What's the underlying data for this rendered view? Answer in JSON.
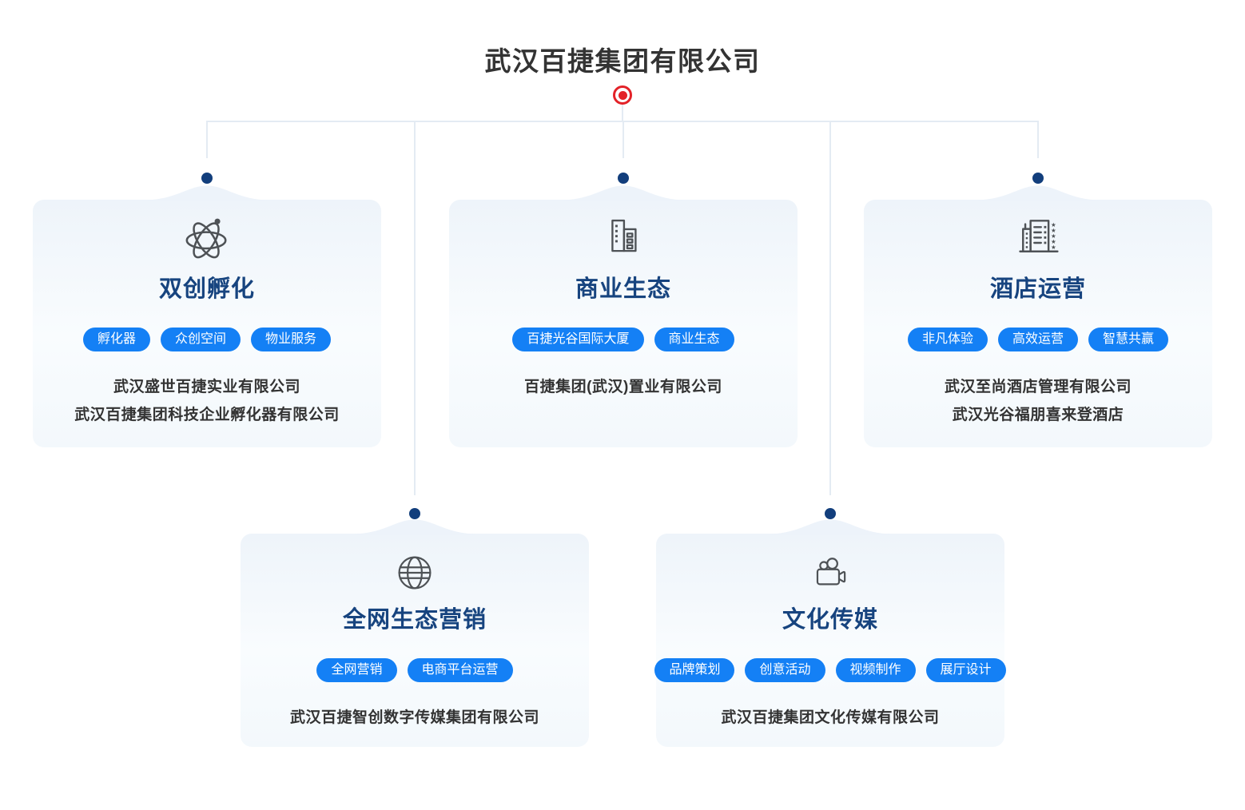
{
  "header": {
    "title": "武汉百捷集团有限公司"
  },
  "colors": {
    "accent_blue": "#1480f5",
    "navy_title": "#17447f",
    "navy_dot": "#123e7c",
    "root_red": "#e32228",
    "connector": "#e4ebf3",
    "text_dark": "#333333"
  },
  "cards": [
    {
      "icon": "atom-icon",
      "title": "双创孵化",
      "tags": [
        "孵化器",
        "众创空间",
        "物业服务"
      ],
      "companies": [
        "武汉盛世百捷实业有限公司",
        "武汉百捷集团科技企业孵化器有限公司"
      ]
    },
    {
      "icon": "buildings-icon",
      "title": "商业生态",
      "tags": [
        "百捷光谷国际大厦",
        "商业生态"
      ],
      "companies": [
        "百捷集团(武汉)置业有限公司"
      ]
    },
    {
      "icon": "hotel-stars-icon",
      "title": "酒店运营",
      "tags": [
        "非凡体验",
        "高效运营",
        "智慧共赢"
      ],
      "companies": [
        "武汉至尚酒店管理有限公司",
        "武汉光谷福朋喜来登酒店"
      ]
    },
    {
      "icon": "globe-icon",
      "title": "全网生态营销",
      "tags": [
        "全网营销",
        "电商平台运营"
      ],
      "companies": [
        "武汉百捷智创数字传媒集团有限公司"
      ]
    },
    {
      "icon": "video-camera-icon",
      "title": "文化传媒",
      "tags": [
        "品牌策划",
        "创意活动",
        "视频制作",
        "展厅设计"
      ],
      "companies": [
        "武汉百捷集团文化传媒有限公司"
      ]
    }
  ]
}
